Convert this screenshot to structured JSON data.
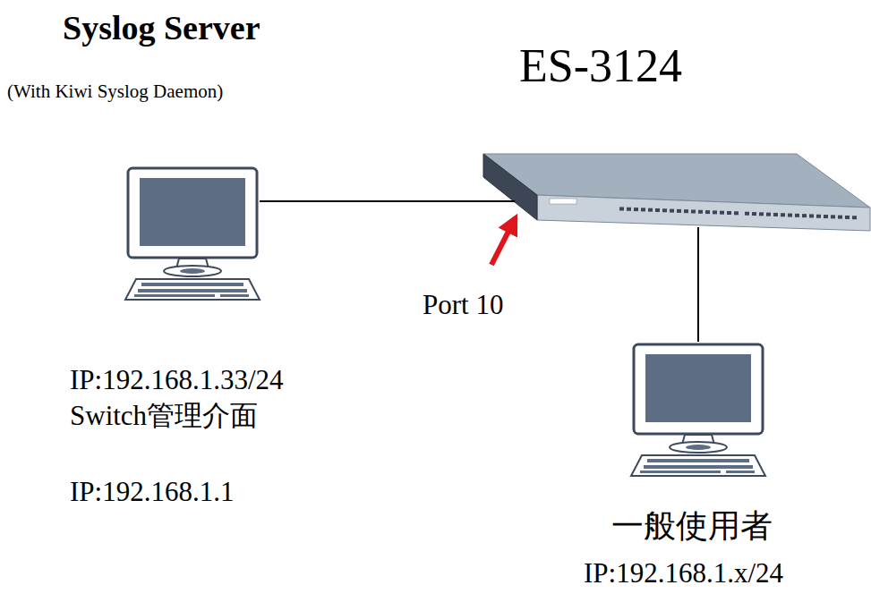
{
  "diagram": {
    "nodes": [
      {
        "text": [
          "Syslog Server",
          "(With Kiwi Syslog Daemon)",
          "IP:192.168.1.33/24"
        ]
      },
      {
        "text": [
          "ES-3124"
        ]
      },
      {
        "text": [
          "一般使用者",
          "IP:192.168.1.x/24"
        ]
      }
    ],
    "edges": [
      {
        "from": 0,
        "to": 1,
        "arrow": "none"
      },
      {
        "from": 1,
        "to": 2,
        "arrow": "none"
      }
    ],
    "labels": [
      "Port 10",
      "Switch管理介面",
      "IP:192.168.1.1"
    ]
  }
}
